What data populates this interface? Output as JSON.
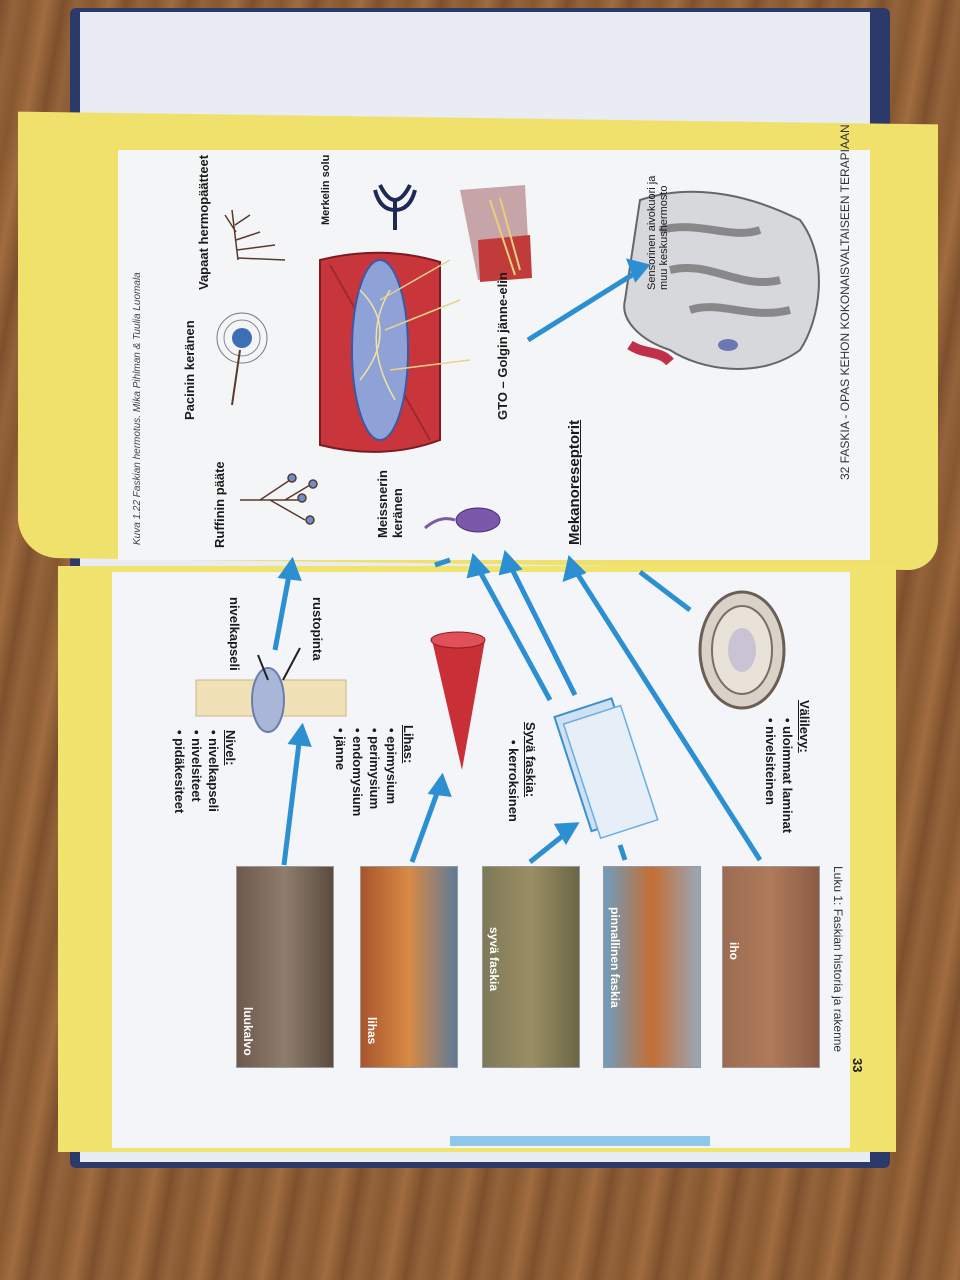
{
  "left_page": {
    "header": "32  FASKIA - OPAS KEHON KOKONAISVALTAISEEN TERAPIAAN",
    "title": "Mekanoreseptorit",
    "labels": {
      "sensory_cortex": "Sensorinen aivokuori ja muu keskushermosto",
      "merkel": "Merkelin solu",
      "gto": "GTO – Golgin jänne-elin",
      "free_endings": "Vapaat hermopäätteet",
      "pacini": "Pacinin keränen",
      "meissner": "Meissnerin keränen",
      "ruffini": "Ruffinin pääte"
    },
    "caption": "Kuva 1.22 Faskian hermotus. Mika Pihlman & Tuulia Luomala"
  },
  "right_page": {
    "header": "Luku 1: Faskian historia ja rakenne",
    "page_number": "33",
    "sections": [
      {
        "title": "Välilevy:",
        "items": [
          "uloimmat laminat",
          "nivelsiteinen"
        ]
      },
      {
        "title": "Syvä faskia:",
        "items": [
          "kerroksinen"
        ]
      },
      {
        "title": "Lihas:",
        "items": [
          "epimysium",
          "perimysium",
          "endomysium",
          "jänne"
        ]
      },
      {
        "title": "Nivel:",
        "items": [
          "nivelkapseli",
          "nivelsiteet",
          "pidäkesiteet"
        ]
      }
    ],
    "joint_labels": {
      "cartilage": "rustopinta",
      "capsule": "nivelkapseli"
    },
    "photos": [
      "iho",
      "pinnallinen faskia",
      "syvä faskia",
      "lihas",
      "luukalvo"
    ]
  }
}
